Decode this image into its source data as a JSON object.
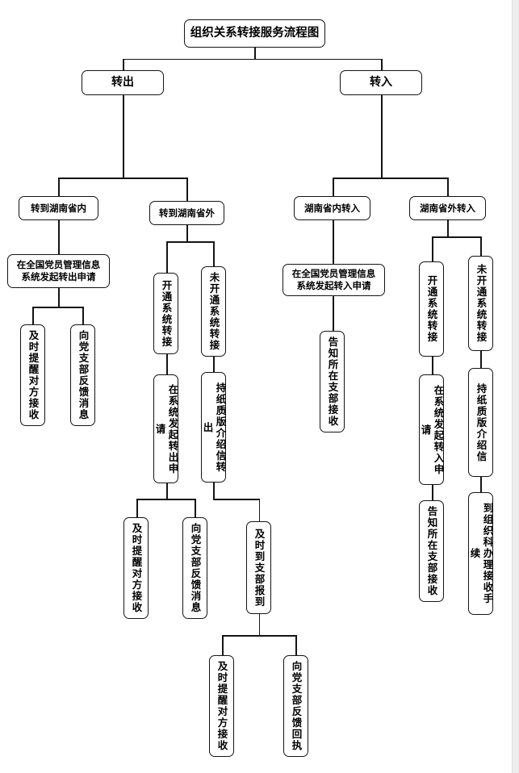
{
  "diagram": {
    "title": "组织关系转接服务流程图",
    "type": "flowchart",
    "orientation": "top-down tree",
    "nodes": {
      "root": "组织关系转接服务流程图",
      "out": "转出",
      "in": "转入",
      "out_in_province": "转到湖南省内",
      "out_out_province": "转到湖南省外",
      "in_from_province": "湖南省内转入",
      "in_from_outside": "湖南省外转入",
      "out_in_apply": "在全国党员管理信息系统发起转出申请",
      "out_in_remind": "及时提醒对方接收",
      "out_in_feedback": "向党支部反馈消息",
      "out_sys_open": "开通系统转接",
      "out_sys_closed": "未开通系统转接",
      "out_sys_apply": "在系统发起转出申请",
      "out_paper_letter": "持纸质版介绍信转出",
      "out_sys_remind": "及时提醒对方接收",
      "out_sys_feedback": "向党支部反馈消息",
      "out_report_branch": "及时到支部报到",
      "out_report_remind": "及时提醒对方接收",
      "out_report_receipt": "向党支部反馈回执",
      "in_prov_apply": "在全国党员管理信息系统发起转入申请",
      "in_prov_notify": "告知所在支部接收",
      "in_sys_open": "开通系统转接",
      "in_sys_closed": "未开通系统转接",
      "in_sys_apply": "在系统发起转入申请",
      "in_sys_notify": "告知所在支部接收",
      "in_paper_letter": "持纸质版介绍信",
      "in_paper_handle": "到组织科办理接收手续"
    },
    "colors": {
      "stroke": "#141414",
      "node_fill": "#ffffff",
      "text": "#000000",
      "page_background": "#ffffff",
      "margin_background": "#ededed"
    }
  }
}
